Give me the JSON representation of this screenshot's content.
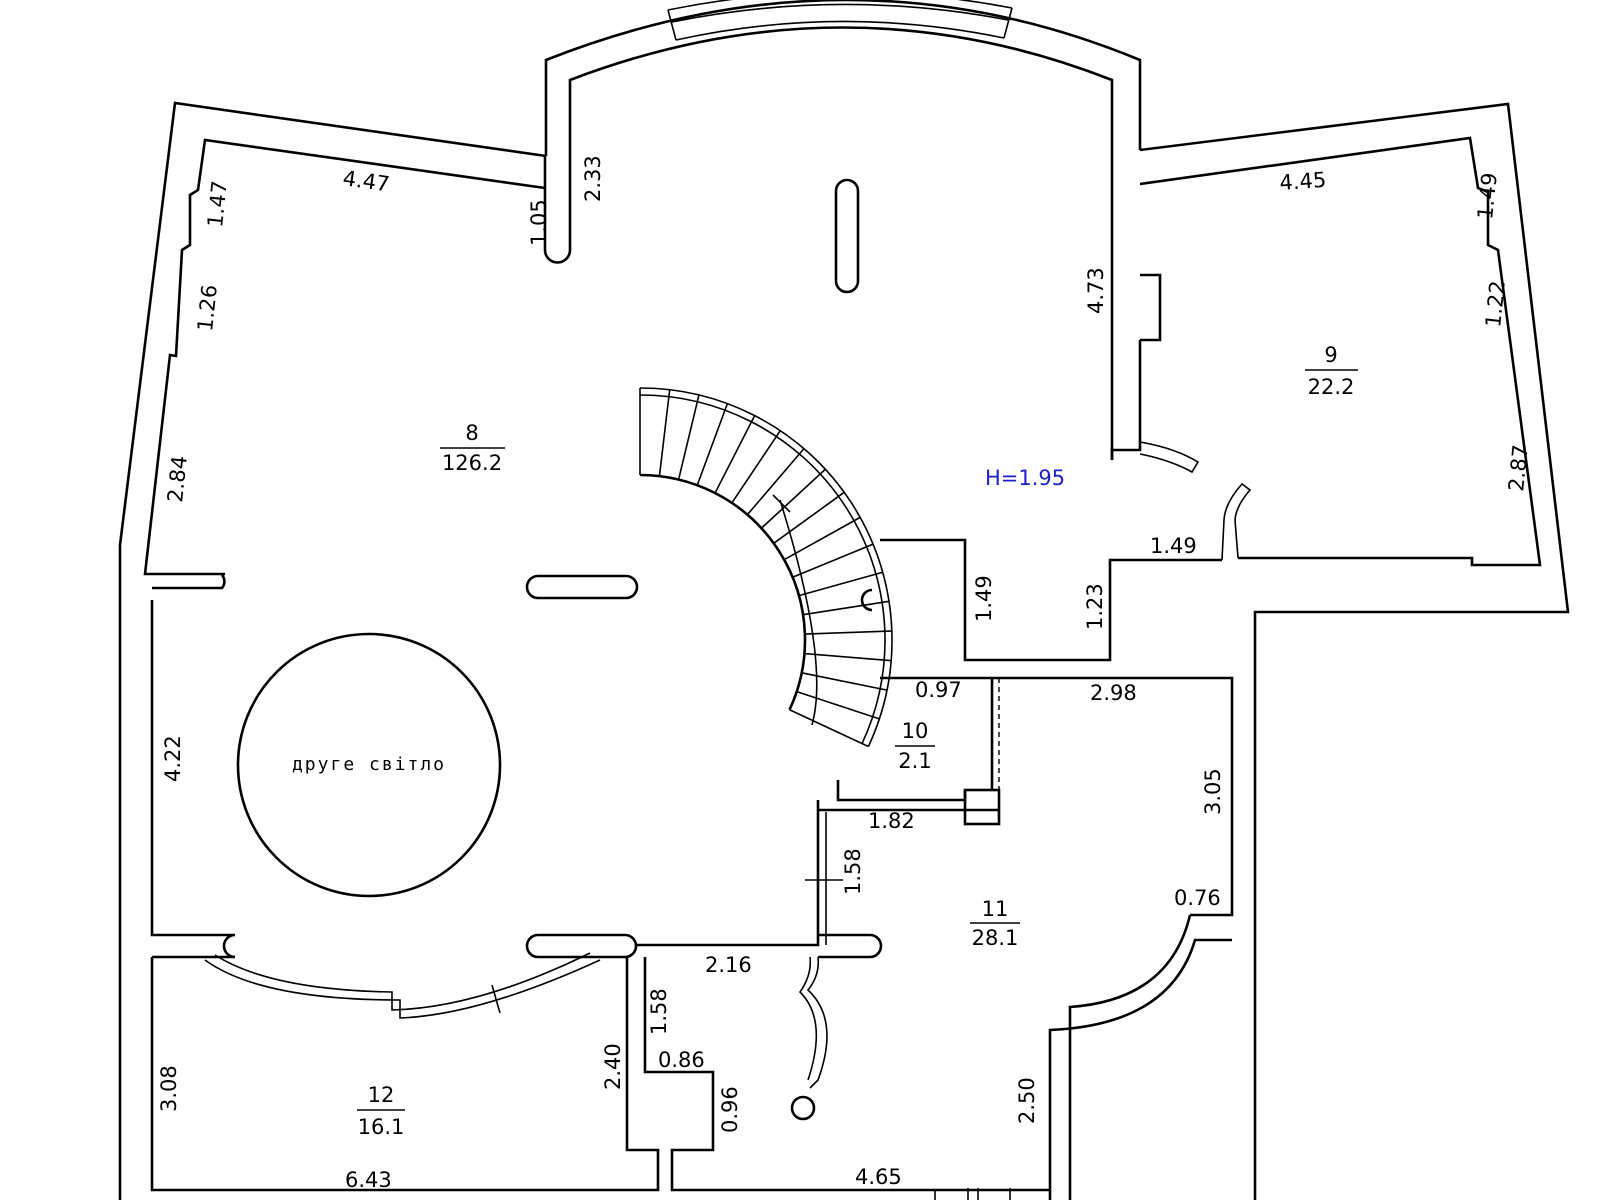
{
  "plan": {
    "height_note": "H=1.95",
    "light_well_label": "друге світло"
  },
  "rooms": [
    {
      "number": "8",
      "area": "126.2"
    },
    {
      "number": "9",
      "area": "22.2"
    },
    {
      "number": "10",
      "area": "2.1"
    },
    {
      "number": "11",
      "area": "28.1"
    },
    {
      "number": "12",
      "area": "16.1"
    }
  ],
  "dimensions": [
    "4.47",
    "1.47",
    "1.26",
    "2.84",
    "4.22",
    "1.05",
    "2.33",
    "4.73",
    "4.45",
    "1.49",
    "1.22",
    "2.87",
    "1.49",
    "1.49",
    "1.23",
    "0.97",
    "2.98",
    "1.82",
    "3.05",
    "1.58",
    "0.76",
    "2.16",
    "1.58",
    "0.86",
    "0.96",
    "2.40",
    "3.08",
    "6.43",
    "4.65",
    "2.50"
  ]
}
